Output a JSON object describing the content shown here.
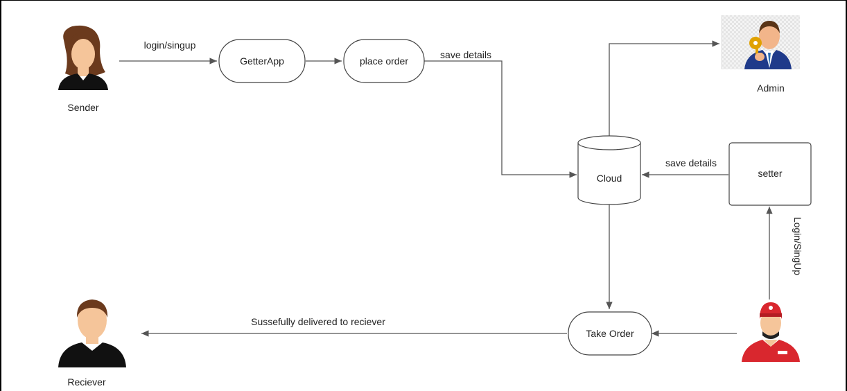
{
  "diagram": {
    "actors": {
      "sender": "Sender",
      "receiver": "Reciever",
      "admin": "Admin"
    },
    "nodes": {
      "getter_app": "GetterApp",
      "place_order": "place order",
      "cloud": "Cloud",
      "setter": "setter",
      "take_order": "Take Order"
    },
    "edges": {
      "sender_login": "login/singup",
      "order_save": "save details",
      "setter_save": "save details",
      "setter_login": "Login/SingUp",
      "delivered": "Sussefully delivered to reciever"
    },
    "colors": {
      "line": "#555555",
      "hair": "#6b3a1d",
      "skin": "#f5c59a",
      "suit": "#111111",
      "cap_red": "#d9272e",
      "key_gold": "#e0a100"
    }
  }
}
